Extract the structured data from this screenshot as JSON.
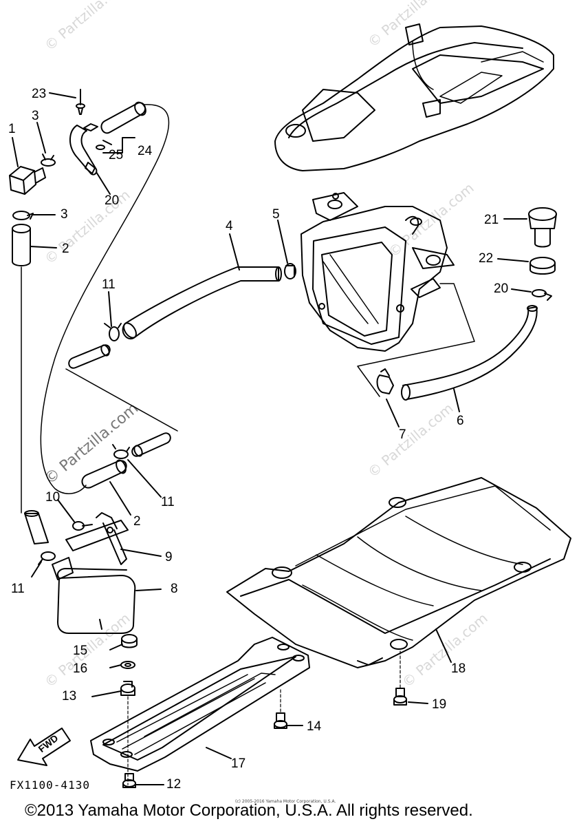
{
  "watermark": "© Partzilla.com",
  "diagram_code": "FX1100-4130",
  "fwd_label": "FWD",
  "copyright": "©2013 Yamaha Motor Corporation, U.S.A. All rights reserved.",
  "small_copyright": "(c) 2005-2016 Yamaha Motor Corporation, U.S.A.",
  "callouts": {
    "p1": "1",
    "p2a": "2",
    "p2b": "2",
    "p3a": "3",
    "p3b": "3",
    "p4": "4",
    "p5": "5",
    "p6": "6",
    "p7": "7",
    "p8": "8",
    "p9": "9",
    "p10": "10",
    "p11a": "11",
    "p11b": "11",
    "p11c": "11",
    "p12": "12",
    "p13": "13",
    "p14": "14",
    "p15": "15",
    "p16": "16",
    "p17": "17",
    "p18": "18",
    "p19": "19",
    "p20a": "20",
    "p20b": "20",
    "p21": "21",
    "p22": "22",
    "p23": "23",
    "p24": "24",
    "p25": "25"
  }
}
